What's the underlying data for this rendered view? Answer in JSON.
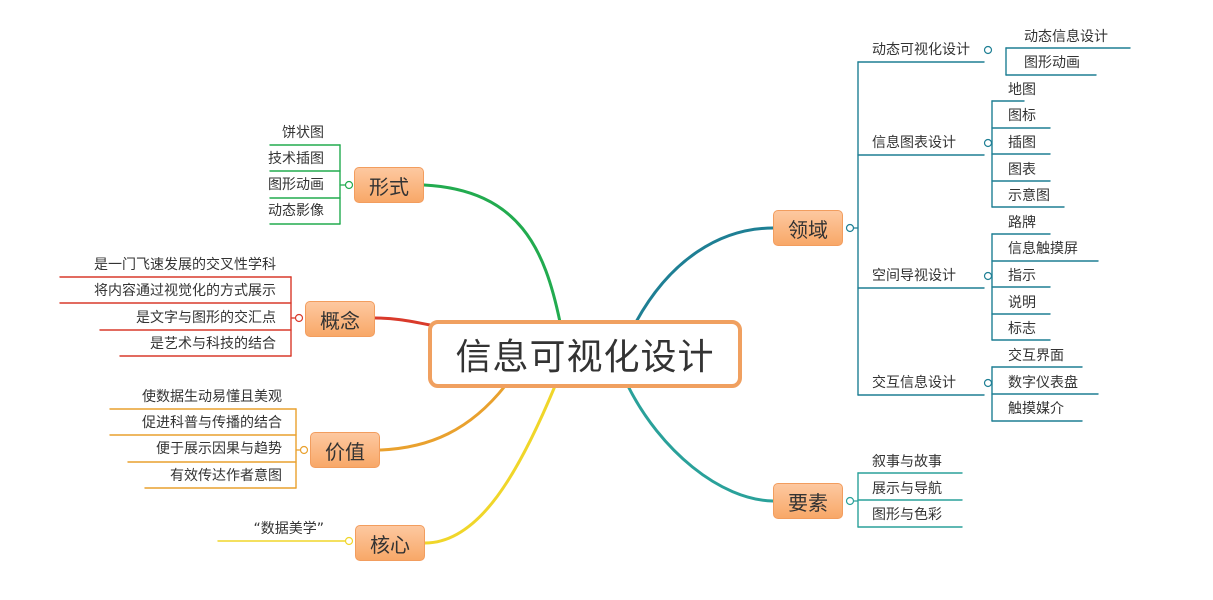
{
  "root": {
    "label": "信息可视化设计"
  },
  "branches": {
    "xingshi": {
      "label": "形式",
      "color": "#22ab4f",
      "items": [
        "饼状图",
        "技术插图",
        "图形动画",
        "动态影像"
      ]
    },
    "gainian": {
      "label": "概念",
      "color": "#d93a2b",
      "items": [
        "是一门飞速发展的交叉性学科",
        "将内容通过视觉化的方式展示",
        "是文字与图形的交汇点",
        "是艺术与科技的结合"
      ]
    },
    "jiazhi": {
      "label": "价值",
      "color": "#e9a12e",
      "items": [
        "使数据生动易懂且美观",
        "促进科普与传播的结合",
        "便于展示因果与趋势",
        "有效传达作者意图"
      ]
    },
    "hexin": {
      "label": "核心",
      "color": "#f0d62a",
      "items": [
        "“数据美学”"
      ]
    },
    "lingyu": {
      "label": "领域",
      "color": "#1e7f94",
      "subs": [
        {
          "label": "动态可视化设计",
          "items": [
            "动态信息设计",
            "图形动画"
          ]
        },
        {
          "label": "信息图表设计",
          "items": [
            "地图",
            "图标",
            "插图",
            "图表",
            "示意图"
          ]
        },
        {
          "label": "空间导视设计",
          "items": [
            "路牌",
            "信息触摸屏",
            "指示",
            "说明",
            "标志"
          ]
        },
        {
          "label": "交互信息设计",
          "items": [
            "交互界面",
            "数字仪表盘",
            "触摸媒介"
          ]
        }
      ]
    },
    "yaosu": {
      "label": "要素",
      "color": "#2aa19a",
      "items": [
        "叙事与故事",
        "展示与导航",
        "图形与色彩"
      ]
    }
  }
}
